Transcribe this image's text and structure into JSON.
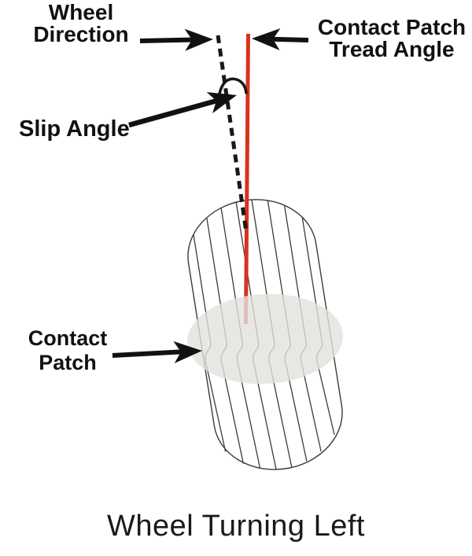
{
  "caption": "Wheel Turning Left",
  "labels": {
    "wheel_direction": [
      "Wheel",
      "Direction"
    ],
    "contact_patch_tread_angle": [
      "Contact Patch",
      "Tread Angle"
    ],
    "slip_angle": "Slip Angle",
    "contact_patch": [
      "Contact",
      "Patch"
    ]
  },
  "colors": {
    "background": "#ffffff",
    "text": "#111111",
    "tread_angle_line": "#d7321e",
    "wheel_direction_line": "#181818",
    "slip_angle_arc": "#181818",
    "contact_patch_fill": "#e2e1dd",
    "tire_line": "#3b3b3b",
    "arrow": "#111111"
  }
}
